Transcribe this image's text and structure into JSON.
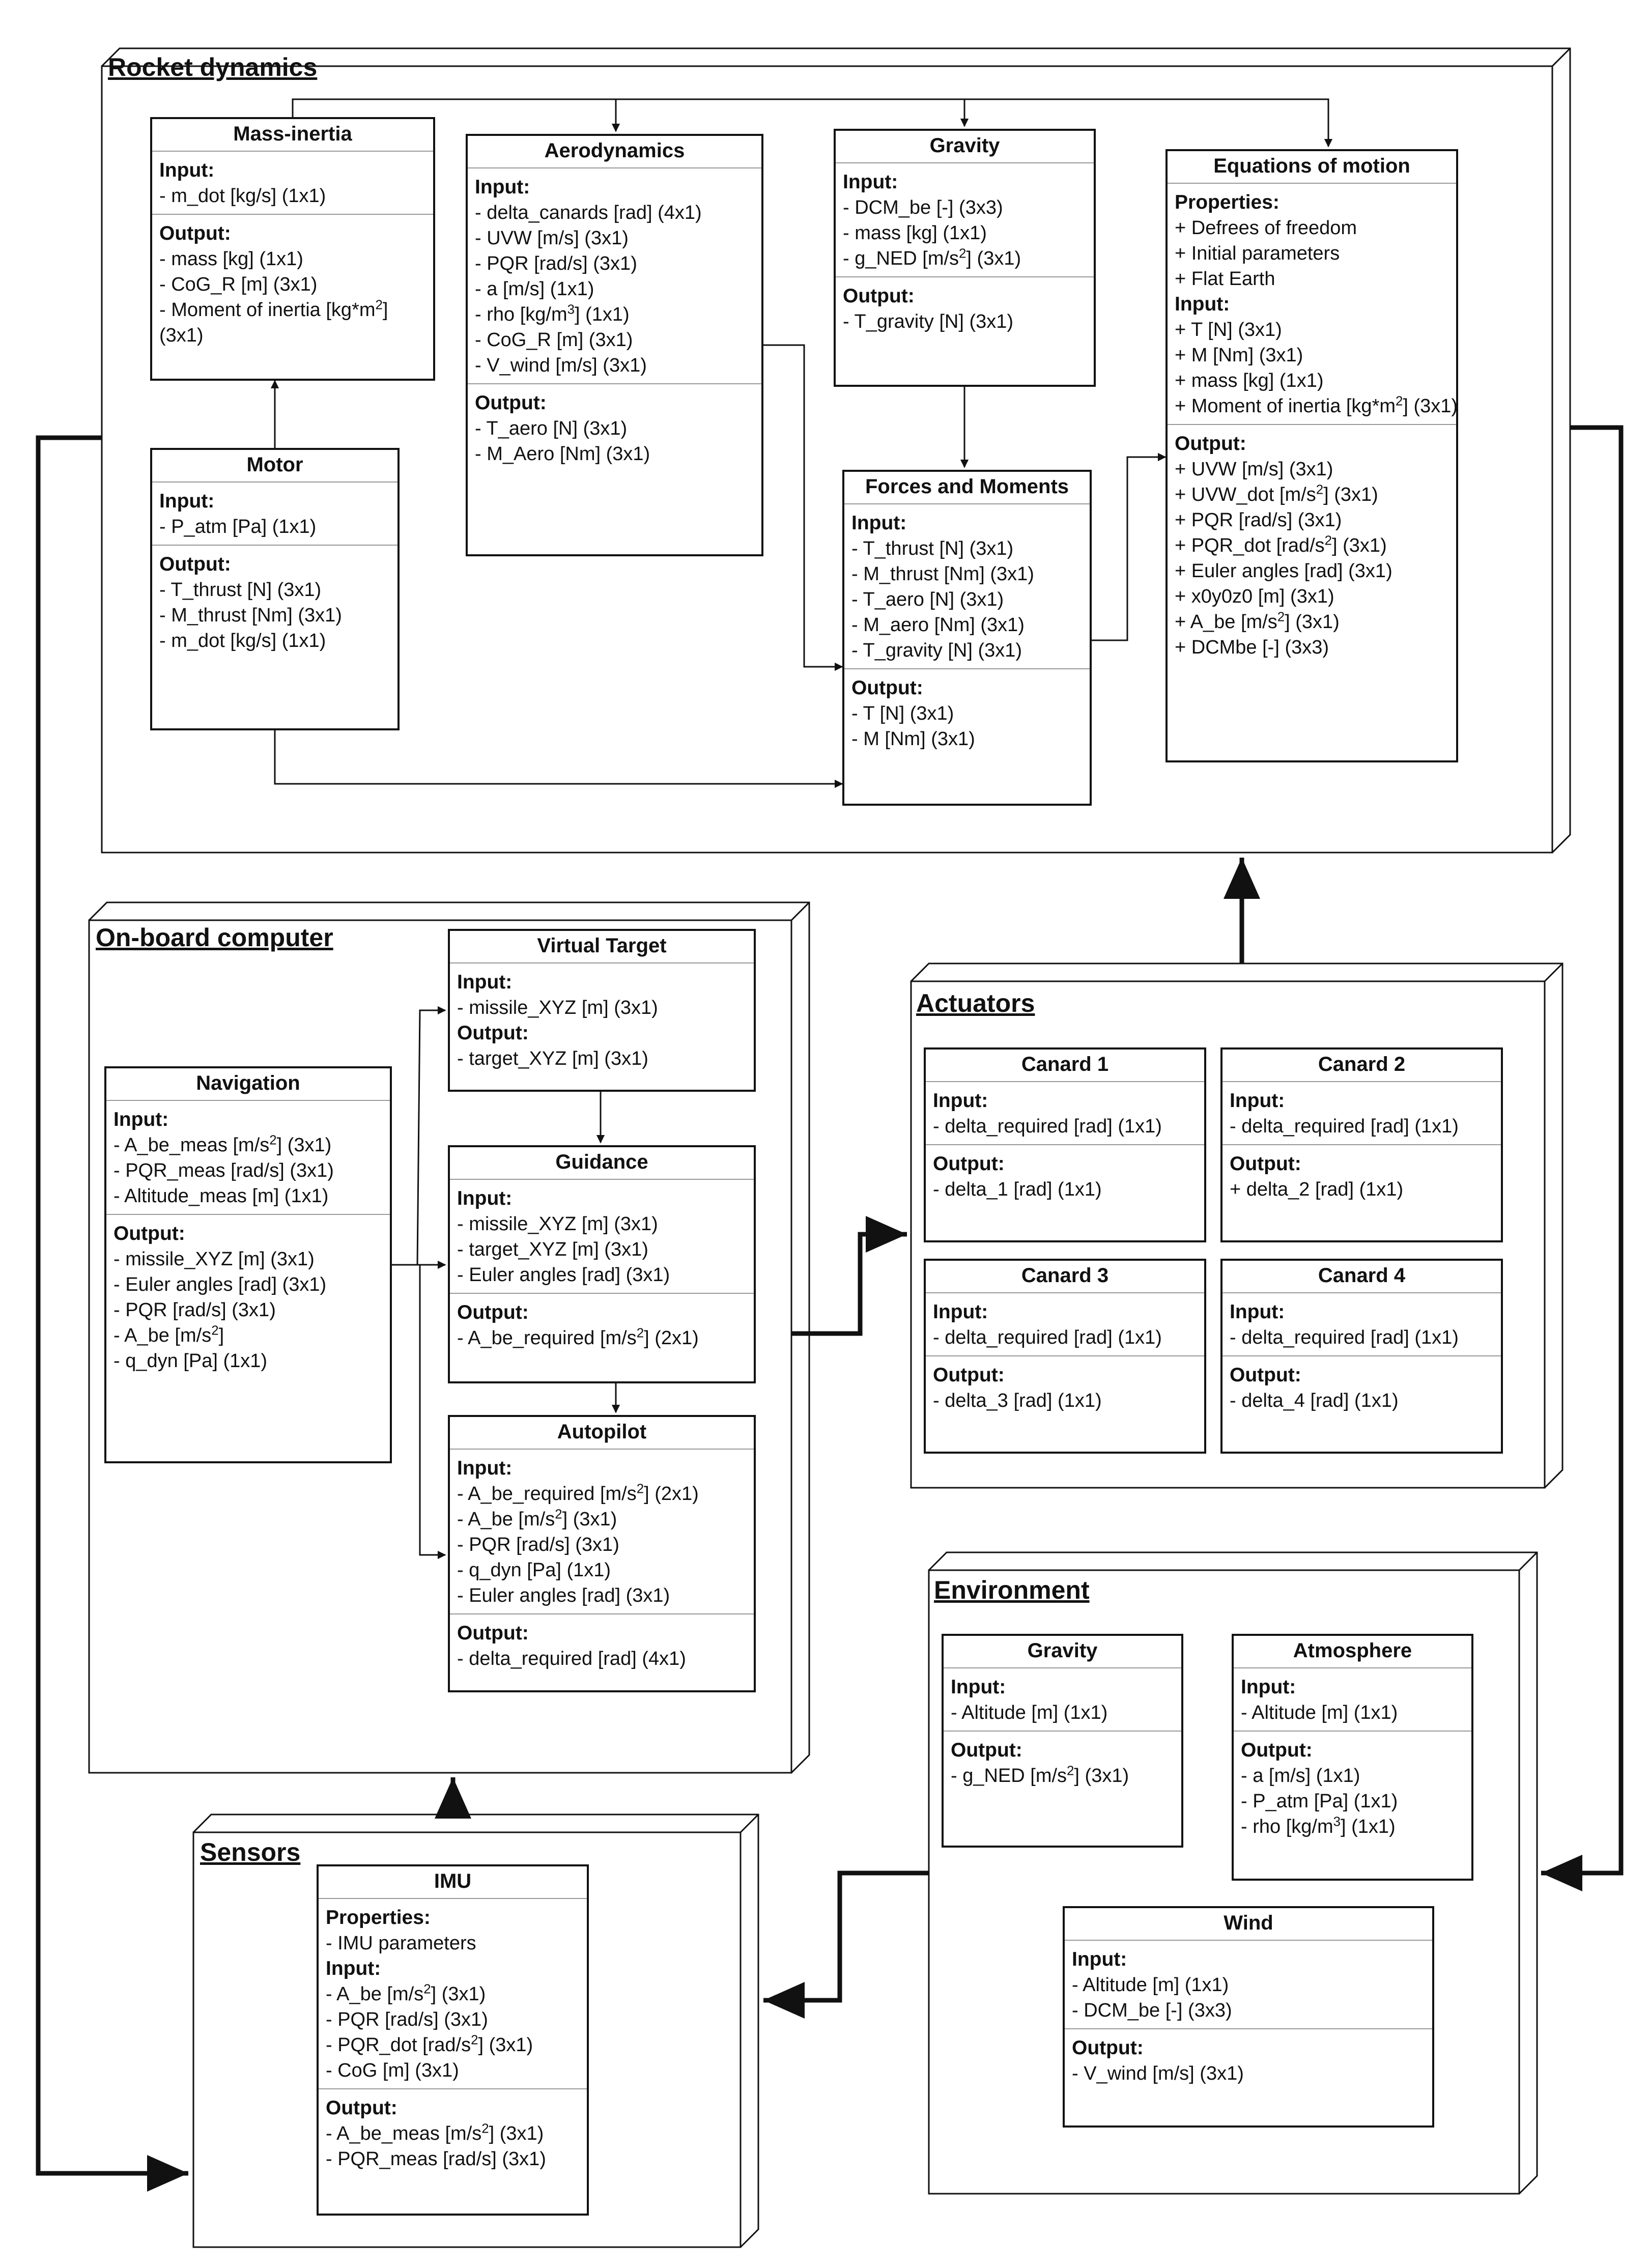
{
  "groups": {
    "rocket_dynamics": "Rocket dynamics",
    "onboard_computer": "On-board computer",
    "actuators": "Actuators",
    "environment": "Environment",
    "sensors": "Sensors"
  },
  "blocks": {
    "mass_inertia": {
      "title": "Mass-inertia",
      "sections": [
        {
          "label": "Input:",
          "lines": [
            "- m_dot [kg/s] (1x1)"
          ]
        },
        {
          "label": "Output:",
          "lines": [
            "- mass [kg] (1x1)",
            "- CoG_R [m] (3x1)",
            "- Moment of inertia [kg*m^2]",
            "(3x1)"
          ]
        }
      ]
    },
    "motor": {
      "title": "Motor",
      "sections": [
        {
          "label": "Input:",
          "lines": [
            "- P_atm [Pa] (1x1)"
          ]
        },
        {
          "label": "Output:",
          "lines": [
            "- T_thrust [N] (3x1)",
            "- M_thrust [Nm] (3x1)",
            "- m_dot [kg/s] (1x1)"
          ]
        }
      ]
    },
    "aerodynamics": {
      "title": "Aerodynamics",
      "sections": [
        {
          "label": "Input:",
          "lines": [
            "- delta_canards [rad] (4x1)",
            "- UVW [m/s] (3x1)",
            "- PQR [rad/s] (3x1)",
            "- a [m/s] (1x1)",
            "- rho [kg/m^3] (1x1)",
            "- CoG_R [m] (3x1)",
            "- V_wind [m/s] (3x1)"
          ]
        },
        {
          "label": "Output:",
          "lines": [
            "- T_aero [N] (3x1)",
            "- M_Aero [Nm] (3x1)"
          ]
        }
      ]
    },
    "gravity_rd": {
      "title": "Gravity",
      "sections": [
        {
          "label": "Input:",
          "lines": [
            "- DCM_be [-] (3x3)",
            "- mass [kg] (1x1)",
            "- g_NED [m/s^2] (3x1)"
          ]
        },
        {
          "label": "Output:",
          "lines": [
            "- T_gravity [N] (3x1)"
          ]
        }
      ]
    },
    "forces_moments": {
      "title": "Forces and Moments",
      "sections": [
        {
          "label": "Input:",
          "lines": [
            "- T_thrust [N] (3x1)",
            "- M_thrust [Nm] (3x1)",
            "- T_aero [N] (3x1)",
            "- M_aero [Nm] (3x1)",
            "- T_gravity [N] (3x1)"
          ]
        },
        {
          "label": "Output:",
          "lines": [
            "- T [N] (3x1)",
            "- M [Nm] (3x1)"
          ]
        }
      ]
    },
    "eom": {
      "title": "Equations of motion",
      "sections": [
        {
          "label": "Properties:",
          "lines": [
            "+ Defrees of freedom",
            "+ Initial parameters",
            "+ Flat Earth"
          ],
          "label2": "Input:",
          "lines2": [
            "+ T [N] (3x1)",
            "+ M [Nm] (3x1)",
            "+ mass [kg] (1x1)",
            "+ Moment of inertia [kg*m^2] (3x1)"
          ]
        },
        {
          "label": "Output:",
          "lines": [
            "+ UVW [m/s] (3x1)",
            "+ UVW_dot [m/s^2] (3x1)",
            "+ PQR [rad/s] (3x1)",
            "+ PQR_dot [rad/s^2] (3x1)",
            "+ Euler angles [rad] (3x1)",
            "+ x0y0z0 [m] (3x1)",
            "+ A_be [m/s^2] (3x1)",
            "+ DCMbe [-] (3x3)"
          ]
        }
      ]
    },
    "virtual_target": {
      "title": "Virtual Target",
      "sections": [
        {
          "label": "Input:",
          "lines": [
            "- missile_XYZ [m] (3x1)"
          ],
          "label2": "Output:",
          "lines2": [
            "- target_XYZ [m] (3x1)"
          ]
        }
      ]
    },
    "navigation": {
      "title": "Navigation",
      "sections": [
        {
          "label": "Input:",
          "lines": [
            "- A_be_meas [m/s^2] (3x1)",
            "- PQR_meas [rad/s] (3x1)",
            "- Altitude_meas [m] (1x1)"
          ]
        },
        {
          "label": "Output:",
          "lines": [
            "- missile_XYZ [m] (3x1)",
            "- Euler angles [rad] (3x1)",
            "- PQR [rad/s] (3x1)",
            "- A_be [m/s^2]",
            "- q_dyn [Pa] (1x1)"
          ]
        }
      ]
    },
    "guidance": {
      "title": "Guidance",
      "sections": [
        {
          "label": "Input:",
          "lines": [
            "- missile_XYZ [m] (3x1)",
            "- target_XYZ [m] (3x1)",
            "- Euler angles [rad] (3x1)"
          ]
        },
        {
          "label": "Output:",
          "lines": [
            "- A_be_required [m/s^2] (2x1)"
          ]
        }
      ]
    },
    "autopilot": {
      "title": "Autopilot",
      "sections": [
        {
          "label": "Input:",
          "lines": [
            "- A_be_required [m/s^2] (2x1)",
            "- A_be [m/s^2] (3x1)",
            "- PQR [rad/s] (3x1)",
            "- q_dyn [Pa] (1x1)",
            "- Euler angles [rad] (3x1)"
          ]
        },
        {
          "label": "Output:",
          "lines": [
            "- delta_required [rad] (4x1)"
          ]
        }
      ]
    },
    "canard1": {
      "title": "Canard 1",
      "sections": [
        {
          "label": "Input:",
          "lines": [
            "- delta_required [rad] (1x1)"
          ]
        },
        {
          "label": "Output:",
          "lines": [
            "- delta_1 [rad] (1x1)"
          ]
        }
      ]
    },
    "canard2": {
      "title": "Canard 2",
      "sections": [
        {
          "label": "Input:",
          "lines": [
            "- delta_required [rad] (1x1)"
          ]
        },
        {
          "label": "Output:",
          "lines": [
            "+ delta_2 [rad] (1x1)"
          ]
        }
      ]
    },
    "canard3": {
      "title": "Canard 3",
      "sections": [
        {
          "label": "Input:",
          "lines": [
            "- delta_required [rad] (1x1)"
          ]
        },
        {
          "label": "Output:",
          "lines": [
            "- delta_3 [rad] (1x1)"
          ]
        }
      ]
    },
    "canard4": {
      "title": "Canard 4",
      "sections": [
        {
          "label": "Input:",
          "lines": [
            "- delta_required [rad] (1x1)"
          ]
        },
        {
          "label": "Output:",
          "lines": [
            "- delta_4 [rad] (1x1)"
          ]
        }
      ]
    },
    "gravity_env": {
      "title": "Gravity",
      "sections": [
        {
          "label": "Input:",
          "lines": [
            "- Altitude [m] (1x1)"
          ]
        },
        {
          "label": "Output:",
          "lines": [
            "- g_NED [m/s^2] (3x1)"
          ]
        }
      ]
    },
    "atmosphere": {
      "title": "Atmosphere",
      "sections": [
        {
          "label": "Input:",
          "lines": [
            "- Altitude [m] (1x1)"
          ]
        },
        {
          "label": "Output:",
          "lines": [
            "- a [m/s] (1x1)",
            "- P_atm [Pa] (1x1)",
            "- rho [kg/m^3] (1x1)"
          ]
        }
      ]
    },
    "wind": {
      "title": "Wind",
      "sections": [
        {
          "label": "Input:",
          "lines": [
            "- Altitude [m] (1x1)",
            "- DCM_be [-] (3x3)"
          ]
        },
        {
          "label": "Output:",
          "lines": [
            "- V_wind [m/s] (3x1)"
          ]
        }
      ]
    },
    "imu": {
      "title": "IMU",
      "sections": [
        {
          "label": "Properties:",
          "lines": [
            "- IMU parameters"
          ],
          "label2": "Input:",
          "lines2": [
            "- A_be [m/s^2] (3x1)",
            "- PQR [rad/s] (3x1)",
            "- PQR_dot [rad/s^2] (3x1)",
            "- CoG [m] (3x1)"
          ]
        },
        {
          "label": "Output:",
          "lines": [
            "- A_be_meas [m/s^2] (3x1)",
            "- PQR_meas [rad/s] (3x1)"
          ]
        }
      ]
    }
  }
}
